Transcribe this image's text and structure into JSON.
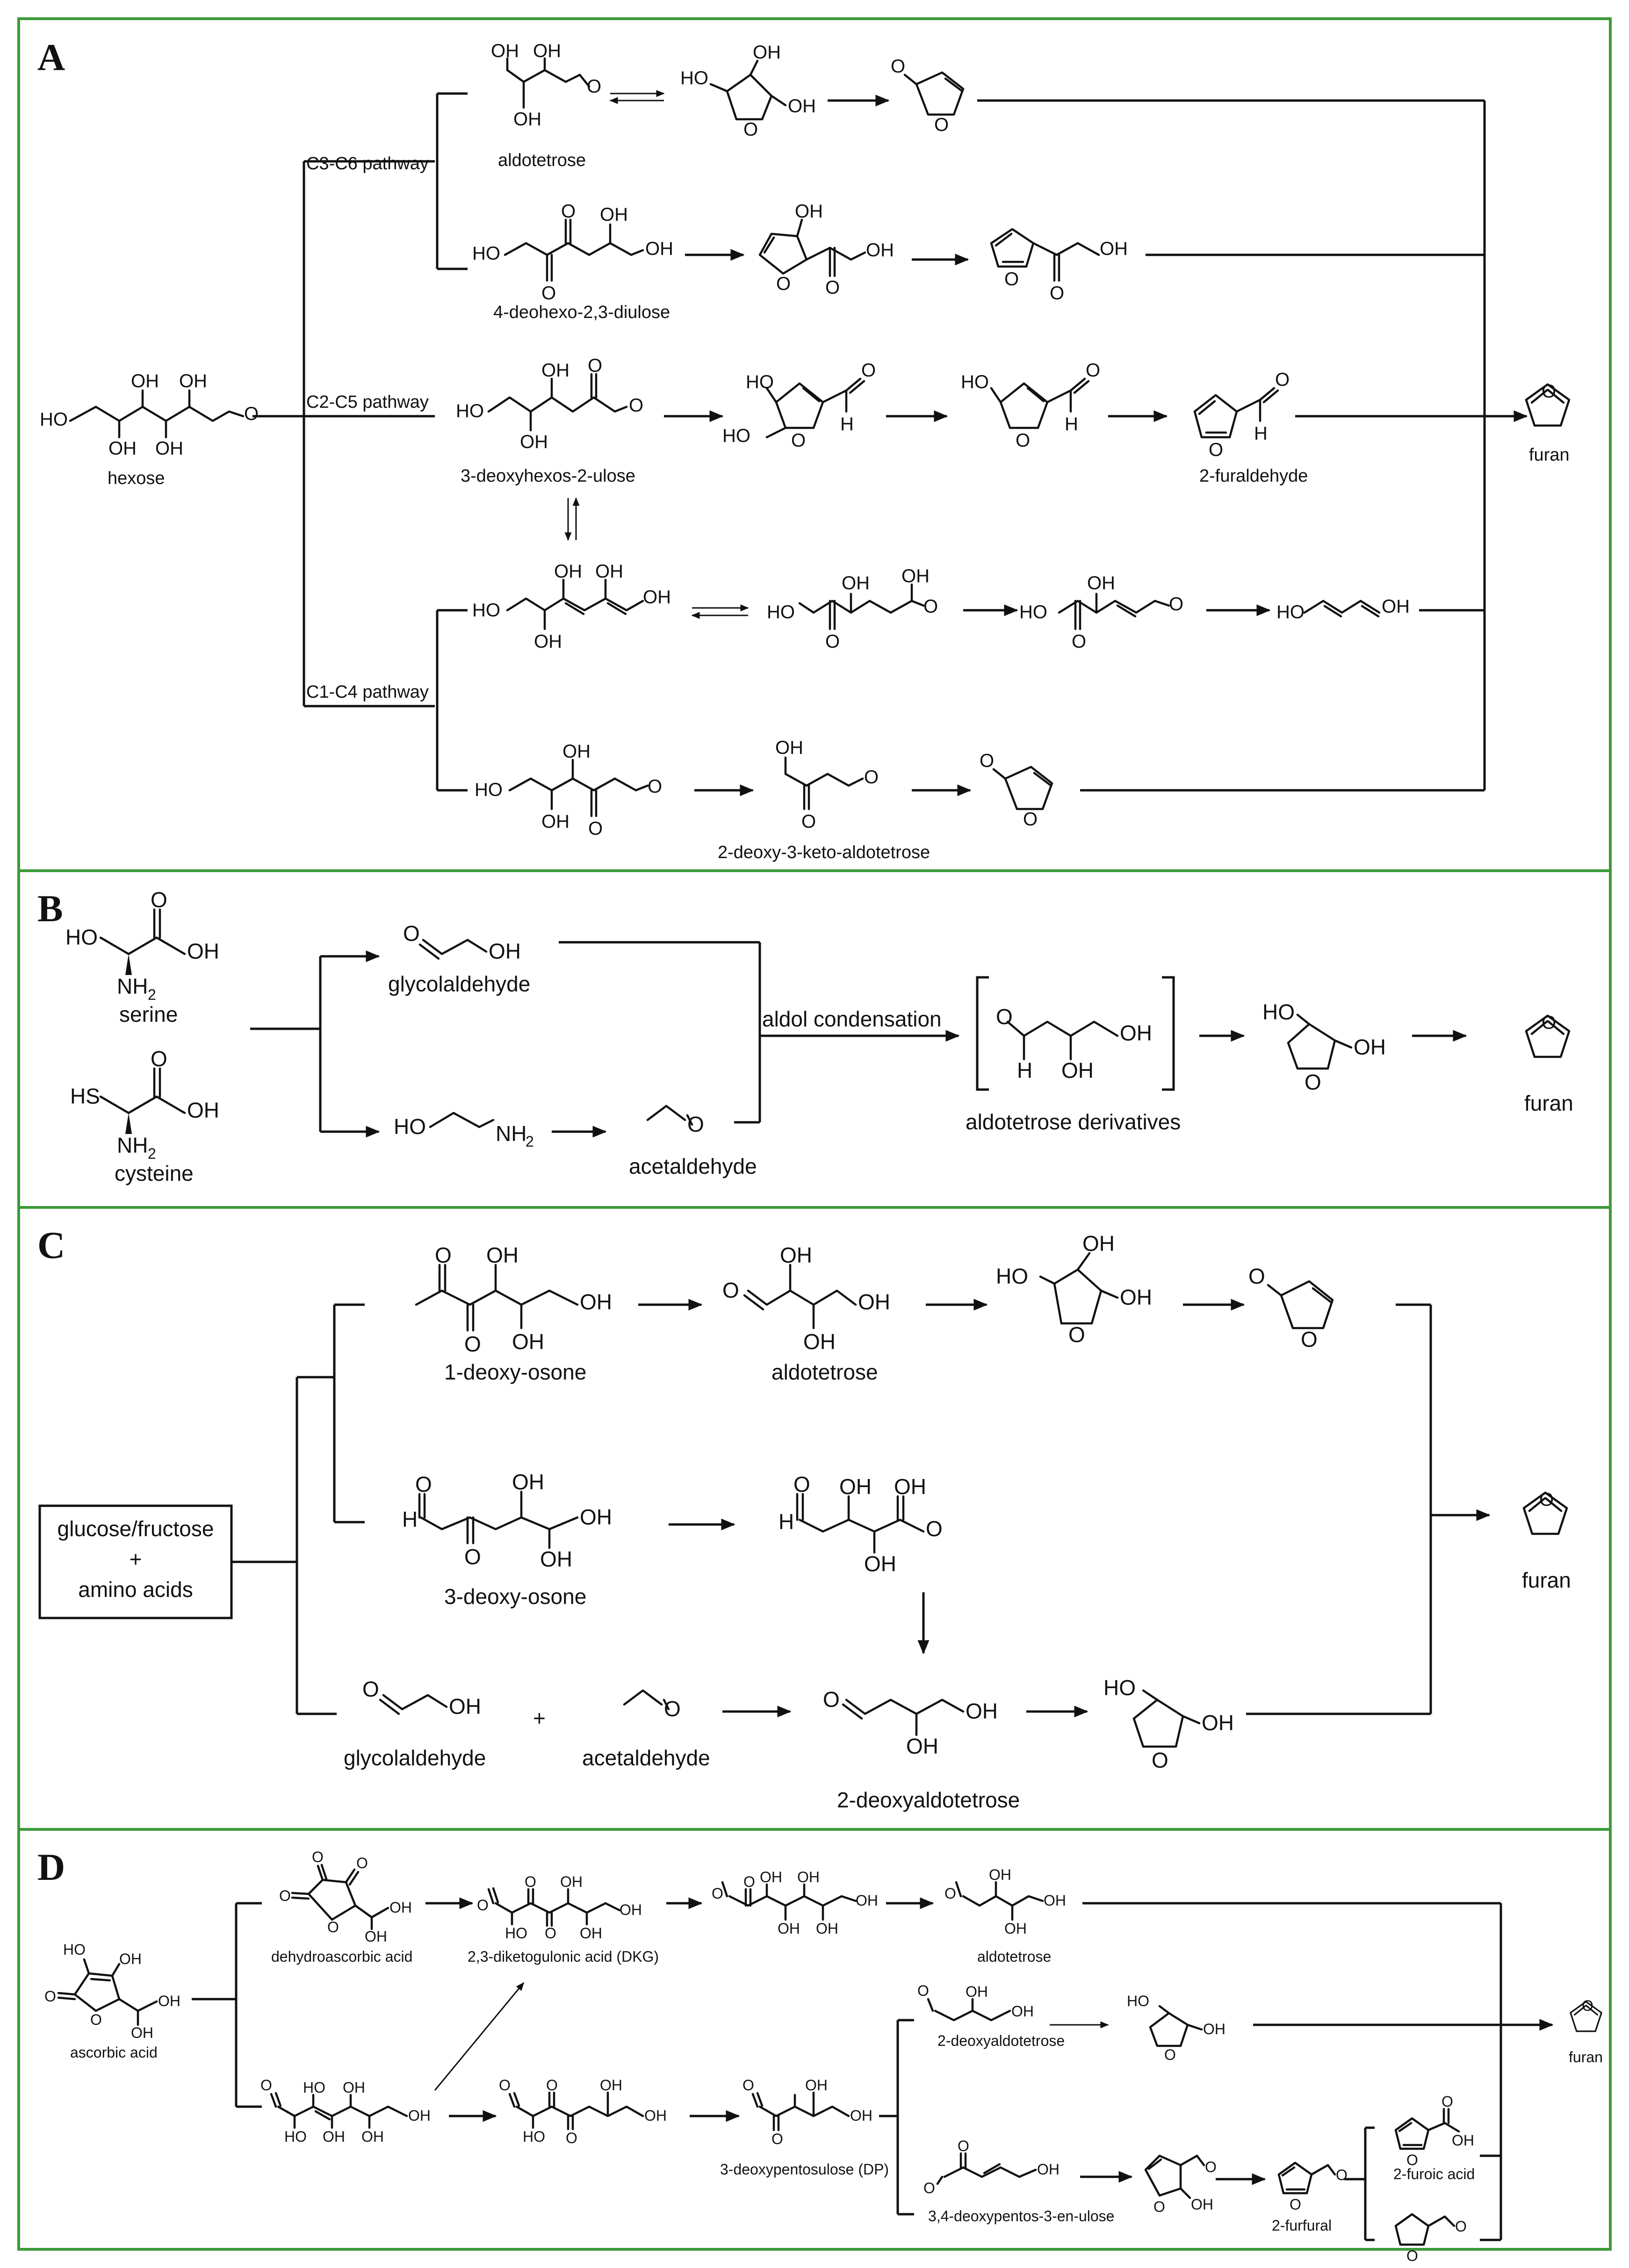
{
  "panels": {
    "A": {
      "letter": "A",
      "pathways": {
        "c3c6": "C3-C6 pathway",
        "c2c5": "C2-C5 pathway",
        "c1c4": "C1-C4 pathway"
      },
      "labels": {
        "hexose": "hexose",
        "aldotetrose": "aldotetrose",
        "deohexo": "4-deohexo-2,3-diulose",
        "deoxyhexos": "3-deoxyhexos-2-ulose",
        "furaldehyde": "2-furaldehyde",
        "deoxyketo": "2-deoxy-3-keto-aldotetrose",
        "furan": "furan"
      }
    },
    "B": {
      "letter": "B",
      "labels": {
        "serine": "serine",
        "cysteine": "cysteine",
        "glycolaldehyde": "glycolaldehyde",
        "acetaldehyde": "acetaldehyde",
        "aldol": "aldol condensation",
        "derivatives": "aldotetrose derivatives",
        "furan": "furan"
      }
    },
    "C": {
      "letter": "C",
      "box": {
        "line1": "glucose/fructose",
        "line2": "+",
        "line3": "amino acids"
      },
      "labels": {
        "deoxyosone1": "1-deoxy-osone",
        "aldotetrose": "aldotetrose",
        "deoxyosone3": "3-deoxy-osone",
        "glycolaldehyde": "glycolaldehyde",
        "plus": "+",
        "acetaldehyde": "acetaldehyde",
        "deoxyaldotetrose": "2-deoxyaldotetrose",
        "furan": "furan"
      }
    },
    "D": {
      "letter": "D",
      "labels": {
        "ascorbic": "ascorbic acid",
        "dehydroascorbic": "dehydroascorbic acid",
        "dkg": "2,3-diketogulonic acid (DKG)",
        "aldotetrose": "aldotetrose",
        "deoxyaldotetrose": "2-deoxyaldotetrose",
        "furan": "furan",
        "dp": "3-deoxypentosulose (DP)",
        "enulose": "3,4-deoxypentos-3-en-ulose",
        "furfural": "2-furfural",
        "furoic": "2-furoic acid"
      }
    }
  },
  "colors": {
    "frame": "#3d9a3a",
    "ink": "#111111"
  }
}
